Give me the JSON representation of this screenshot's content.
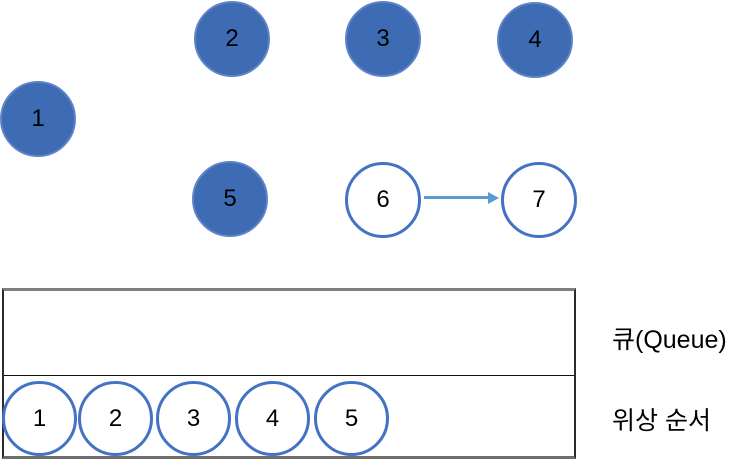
{
  "title": "topological-sort-queue-diagram",
  "colors": {
    "node_fill": "#3D6CB4",
    "node_fill_rim": "#5F83C9",
    "node_outline": "#4472C4",
    "arrow": "#5B9BD5",
    "table_border_top": "#808080",
    "table_border_dark": "#2b2b2b",
    "text": "#000000"
  },
  "graph": {
    "nodes": [
      {
        "label": "1",
        "style": "filled"
      },
      {
        "label": "2",
        "style": "filled"
      },
      {
        "label": "3",
        "style": "filled"
      },
      {
        "label": "4",
        "style": "filled"
      },
      {
        "label": "5",
        "style": "filled"
      },
      {
        "label": "6",
        "style": "outlined"
      },
      {
        "label": "7",
        "style": "outlined"
      }
    ],
    "edges": [
      {
        "from": "6",
        "to": "7"
      }
    ]
  },
  "table": {
    "rows": [
      {
        "name": "queue",
        "label": "큐(Queue)",
        "items": []
      },
      {
        "name": "topological-order",
        "label": "위상 순서",
        "items": [
          "1",
          "2",
          "3",
          "4",
          "5"
        ]
      }
    ]
  }
}
